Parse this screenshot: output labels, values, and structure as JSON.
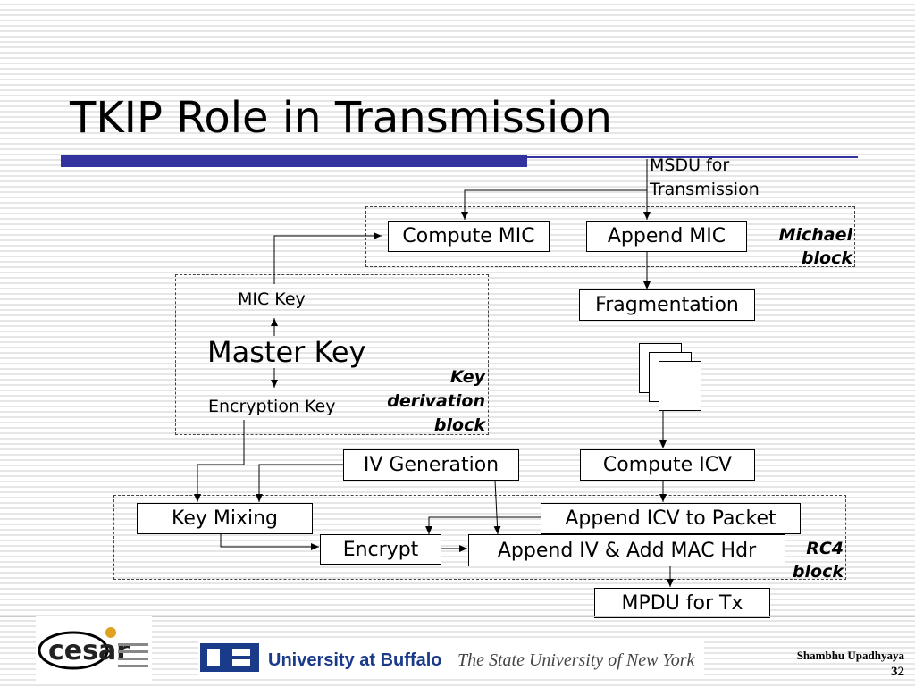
{
  "slide": {
    "title": "TKIP Role in Transmission"
  },
  "diagram": {
    "msdu_label_line1": "MSDU for",
    "msdu_label_line2": "Transmission",
    "compute_mic": "Compute MIC",
    "append_mic": "Append MIC",
    "michael_block_line1": "Michael",
    "michael_block_line2": "block",
    "fragmentation": "Fragmentation",
    "mic_key": "MIC Key",
    "master_key": "Master Key",
    "encryption_key": "Encryption Key",
    "key_derivation_line1": "Key",
    "key_derivation_line2": "derivation",
    "key_derivation_line3": "block",
    "iv_generation": "IV Generation",
    "compute_icv": "Compute ICV",
    "key_mixing": "Key Mixing",
    "append_icv": "Append ICV to Packet",
    "encrypt": "Encrypt",
    "append_iv": "Append IV & Add MAC Hdr",
    "rc4_block_line1": "RC4",
    "rc4_block_line2": "block",
    "mpdu": "MPDU for Tx"
  },
  "footer": {
    "logo_cesar": "cesar",
    "logo_ub_text": "University at Buffalo",
    "logo_ub_sub": "The State University of New York",
    "author": "Shambhu Upadhyaya",
    "page_number": "32"
  },
  "colors": {
    "title_bar": "#3333a0",
    "ub_blue": "#1a3a8a"
  }
}
